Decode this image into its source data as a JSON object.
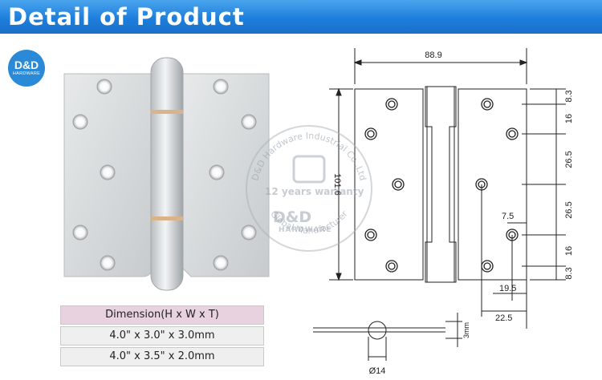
{
  "header": {
    "title": "Detail of Product"
  },
  "logo": {
    "line1": "D&D",
    "line2": "HARDWARE"
  },
  "drawing": {
    "width_overall": "88.9",
    "height_overall": "101.6",
    "hole_spacing": [
      "8.3",
      "16",
      "26.5",
      "26.5",
      "16",
      "8.3"
    ],
    "edge_offset_1": "7.5",
    "edge_offset_2": "19.5",
    "edge_offset_3": "22.5",
    "thickness": "3mm",
    "knuckle_diameter": "Ø14"
  },
  "watermark": {
    "arc_top": "D&D Hardware Industrial Co.,Ltd",
    "arc_bottom": "Global Manufacturer",
    "warranty": "12 years warranty",
    "brand": "D&D",
    "brand_sub": "HARDWARE"
  },
  "dimension_table": {
    "header": "Dimension(H x W x T)",
    "rows": [
      "4.0\" x 3.0\" x 3.0mm",
      "4.0\" x 3.5\" x 2.0mm"
    ]
  },
  "colors": {
    "banner": "#1d7fdc",
    "table_header": "#e8d2e0",
    "table_row": "#efefef"
  }
}
